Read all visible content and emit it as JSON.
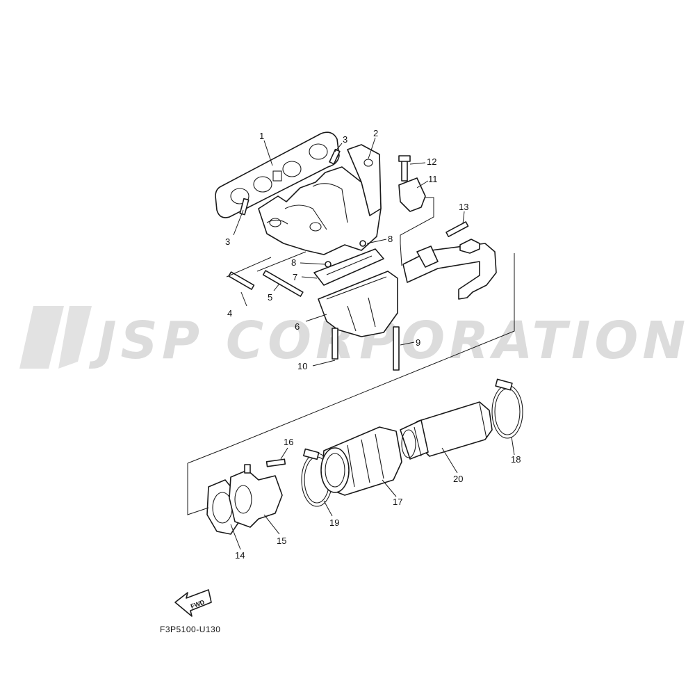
{
  "watermark": "JSP CORPORATION",
  "diagram_code": "F3P5100-U130",
  "fwd_label": "FWD",
  "callouts": {
    "c1": "1",
    "c2": "2",
    "c3a": "3",
    "c3b": "3",
    "c4": "4",
    "c5": "5",
    "c6": "6",
    "c7": "7",
    "c8a": "8",
    "c8b": "8",
    "c9": "9",
    "c10": "10",
    "c11": "11",
    "c12": "12",
    "c13": "13",
    "c14": "14",
    "c15": "15",
    "c16": "16",
    "c17": "17",
    "c18": "18",
    "c19": "19",
    "c20": "20"
  }
}
